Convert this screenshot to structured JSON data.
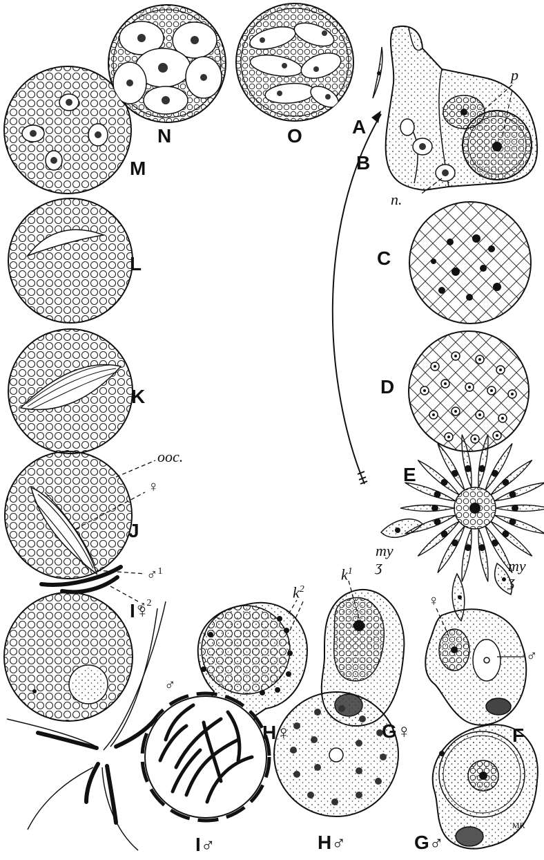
{
  "figure": {
    "labels": {
      "A": "A",
      "B": "B",
      "C": "C",
      "D": "D",
      "E": "E",
      "F": "F",
      "G_female": "G♀",
      "G_male": "G♂",
      "H_female": "H♀",
      "H_male": "H♂",
      "I_female": "I♀",
      "I_male": "I♂",
      "J": "J",
      "K": "K",
      "L": "L",
      "M": "M",
      "N": "N",
      "O": "O"
    },
    "annotations": {
      "p": "p",
      "n": "n.",
      "ooc": "ooc.",
      "female": "♀",
      "male": "♂",
      "male1": "♂",
      "male1_sup": "1",
      "male2": "♂",
      "male2_sup": "2",
      "k1": "k",
      "k1_sup": "1",
      "k2": "k",
      "k2_sup": "2",
      "my": "my",
      "my_sub": "ʒ",
      "signature": "MR"
    }
  }
}
